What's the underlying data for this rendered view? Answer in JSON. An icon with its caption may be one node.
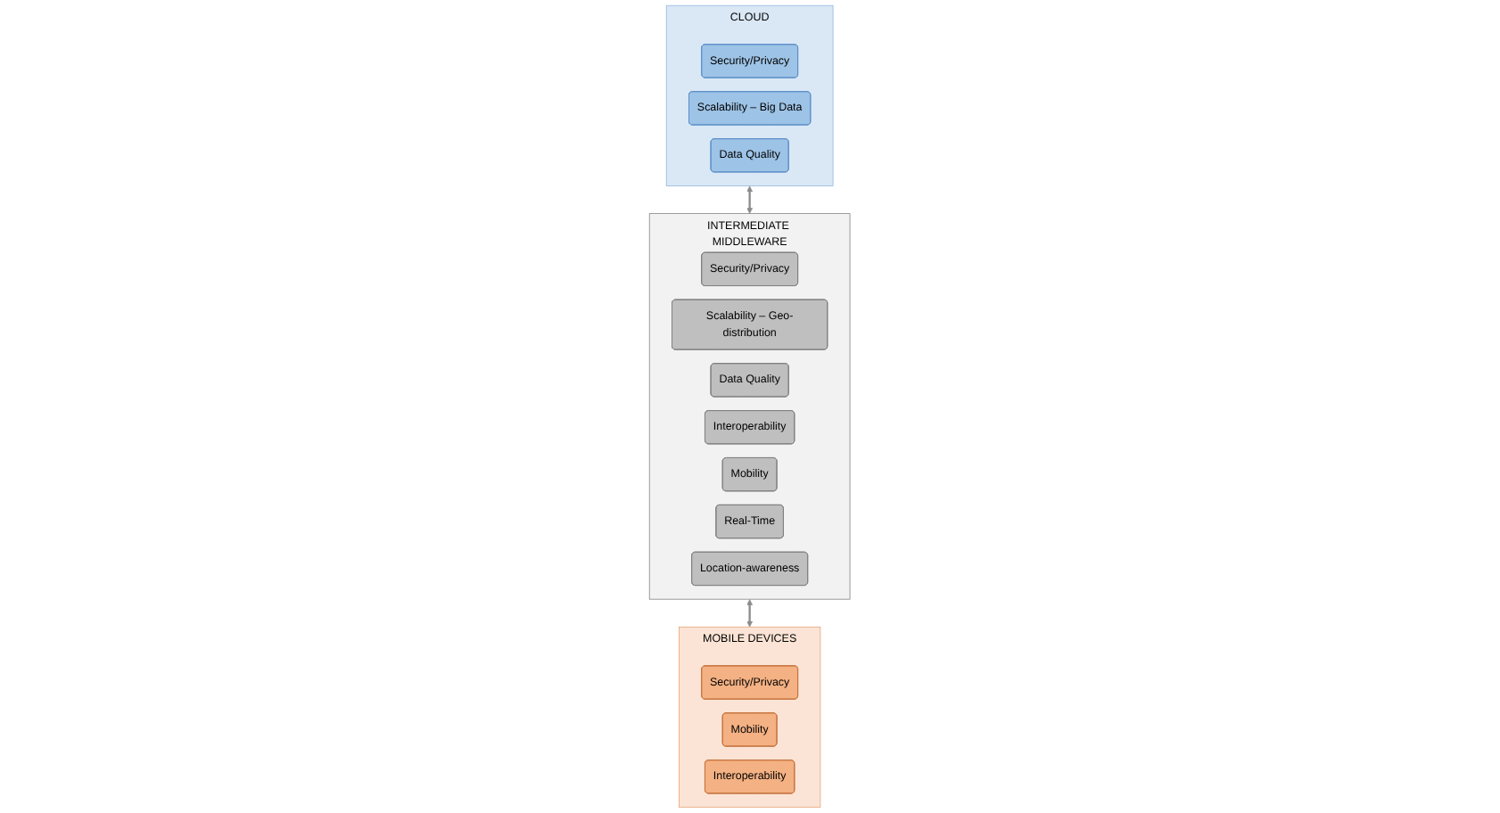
{
  "diagram": {
    "nodes": [
      {
        "text": [
          "CLOUD"
        ]
      },
      {
        "text": [
          "Security/Privacy"
        ],
        "in": 0
      },
      {
        "text": [
          "Scalability – Big Data"
        ],
        "in": 0
      },
      {
        "text": [
          "Data Quality"
        ],
        "in": 0
      },
      {
        "text": [
          "INTERMEDIATE MIDDLEWARE"
        ]
      },
      {
        "text": [
          "Security/Privacy"
        ],
        "in": 4
      },
      {
        "text": [
          "Scalability – Geo-distribution"
        ],
        "in": 4
      },
      {
        "text": [
          "Data Quality"
        ],
        "in": 4
      },
      {
        "text": [
          "Interoperability"
        ],
        "in": 4
      },
      {
        "text": [
          "Mobility"
        ],
        "in": 4
      },
      {
        "text": [
          "Real-Time"
        ],
        "in": 4
      },
      {
        "text": [
          "Location-awareness"
        ],
        "in": 4
      },
      {
        "text": [
          "MOBILE DEVICES"
        ]
      },
      {
        "text": [
          "Security/Privacy"
        ],
        "in": 12
      },
      {
        "text": [
          "Mobility"
        ],
        "in": 12
      },
      {
        "text": [
          "Interoperability"
        ],
        "in": 12
      }
    ],
    "edges": [
      {
        "from": 0,
        "to": 4,
        "arrow": "both"
      },
      {
        "from": 4,
        "to": 12,
        "arrow": "both"
      }
    ]
  }
}
